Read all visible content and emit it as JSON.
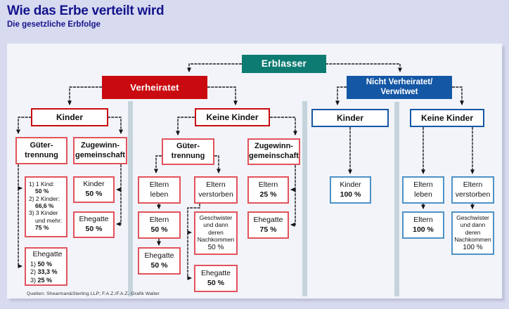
{
  "header": {
    "title": "Wie das Erbe verteilt wird",
    "subtitle": "Die gesetzliche Erbfolge"
  },
  "footer": {
    "source": "Quellen: Shearman&Sterling LLP; F.A.Z./F.A.Z.-Grafik Walter"
  },
  "colors": {
    "page_background": "#d8dbf0",
    "panel_background": "#f2f4fa",
    "teal_node": "#0d7b72",
    "red_node": "#c90a10",
    "blue_node": "#1457a5",
    "light_red_border": "#e2535b",
    "light_blue_border": "#4d92c6",
    "divider": "#c5d4dc",
    "title_text": "#14148c"
  },
  "nodes": {
    "erblasser": "Erblasser",
    "verheiratet": "Verheiratet",
    "nicht_verheiratet": "Nicht Verheiratet/\nVerwitwet",
    "kinder_left": "Kinder",
    "keine_kinder_mid": "Keine Kinder",
    "kinder_right": "Kinder",
    "keine_kinder_right": "Keine Kinder",
    "guetertrennung_left": "Güter-\ntrennung",
    "zugewinn_left": "Zugewinn-\ngemeinschaft",
    "guetertrennung_mid": "Güter-\ntrennung",
    "zugewinn_mid": "Zugewinn-\ngemeinschaft",
    "eltern_leben_mid": "Eltern\nleben",
    "eltern_verstorben_mid": "Eltern\nverstorben",
    "eltern_leben_right": "Eltern\nleben",
    "eltern_verstorben_right": "Eltern\nverstorben"
  },
  "shares": {
    "children_scale": {
      "i1": "1) 1 Kind:",
      "v1": "50 %",
      "i2": "2) 2 Kinder:",
      "v2": "66,6 %",
      "i3a": "3) 3 Kinder",
      "i3b": "und mehr:",
      "v3": "75 %"
    },
    "kinder_50": {
      "label": "Kinder",
      "value": "50 %"
    },
    "ehegatte_50_zugewinn": {
      "label": "Ehegatte",
      "value": "50 %"
    },
    "ehegatte_scale": {
      "label": "Ehegatte",
      "i1": "1)",
      "v1": "50 %",
      "i2": "2)",
      "v2": "33,3 %",
      "i3": "3)",
      "v3": "25 %"
    },
    "eltern_50": {
      "label": "Eltern",
      "value": "50 %"
    },
    "ehegatte_50_a": {
      "label": "Ehegatte",
      "value": "50 %"
    },
    "geschwister_50": {
      "label": "Geschwister\nund dann\nderen\nNachkommen",
      "value": "50 %"
    },
    "ehegatte_50_b": {
      "label": "Ehegatte",
      "value": "50 %"
    },
    "eltern_25": {
      "label": "Eltern",
      "value": "25 %"
    },
    "ehegatte_75": {
      "label": "Ehegatte",
      "value": "75 %"
    },
    "kinder_100": {
      "label": "Kinder",
      "value": "100 %"
    },
    "eltern_100": {
      "label": "Eltern",
      "value": "100 %"
    },
    "geschwister_100": {
      "label": "Geschwister\nund dann\nderen\nNachkommen",
      "value": "100 %"
    }
  }
}
